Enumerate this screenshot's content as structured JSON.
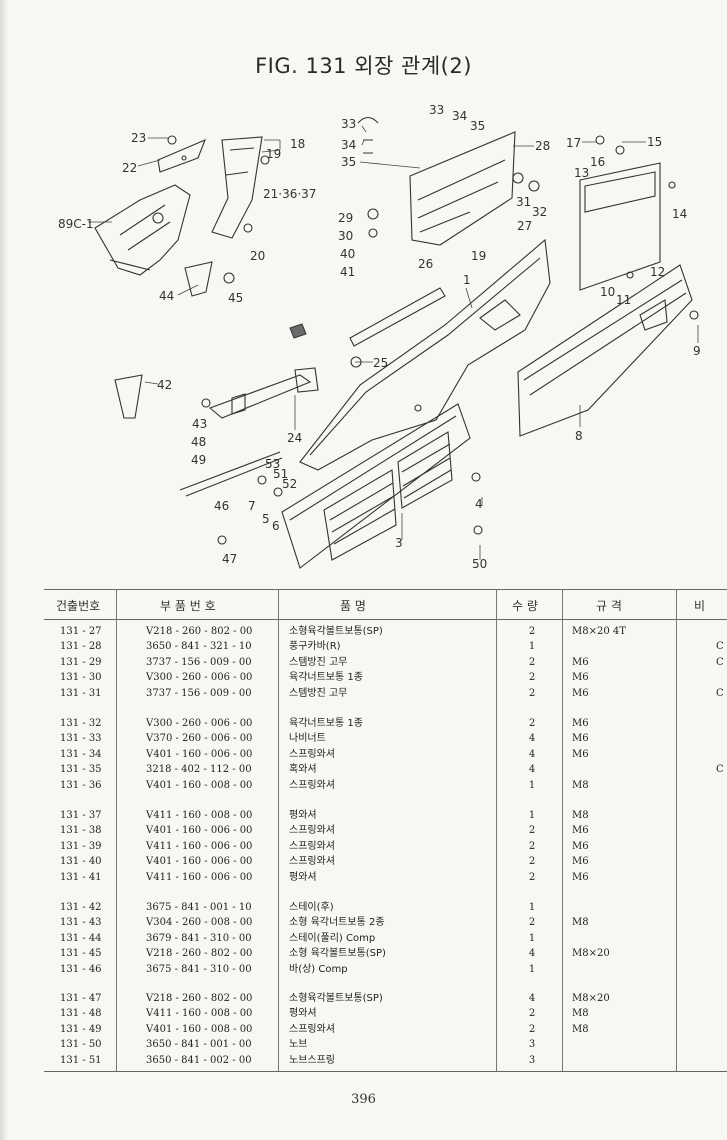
{
  "figure": {
    "title": "FIG. 131 외장 관계(2)",
    "callouts": [
      "1",
      "3",
      "4",
      "5",
      "6",
      "7",
      "8",
      "9",
      "10",
      "11",
      "12",
      "13",
      "14",
      "15",
      "16",
      "17",
      "18",
      "19",
      "19",
      "20",
      "21·36·37",
      "22",
      "23",
      "24",
      "25",
      "26",
      "27",
      "28",
      "29",
      "30",
      "31",
      "32",
      "33",
      "33",
      "34",
      "34",
      "35",
      "35",
      "40",
      "41",
      "42",
      "43",
      "44",
      "45",
      "46",
      "47",
      "48",
      "49",
      "50",
      "51",
      "52",
      "53",
      "89C-1"
    ]
  },
  "table": {
    "headers": {
      "item_no": "건출번호",
      "part_no": "부 품 번 호",
      "name": "품 명",
      "qty": "수 량",
      "spec": "규 격",
      "note": "비"
    },
    "groups": [
      [
        {
          "no": "131 - 27",
          "part": "V218 - 260 - 802 - 00",
          "name": "소형육각볼트보통(SP)",
          "qty": "2",
          "spec": "M8×20 4T",
          "note": ""
        },
        {
          "no": "131 - 28",
          "part": "3650 - 841 - 321 - 10",
          "name": "풍구카바(R)",
          "qty": "1",
          "spec": "",
          "note": "C"
        },
        {
          "no": "131 - 29",
          "part": "3737 - 156 - 009 - 00",
          "name": "스템방진 고무",
          "qty": "2",
          "spec": "M6",
          "note": "C"
        },
        {
          "no": "131 - 30",
          "part": "V300 - 260 - 006 - 00",
          "name": "육각너트보통 1종",
          "qty": "2",
          "spec": "M6",
          "note": ""
        },
        {
          "no": "131 - 31",
          "part": "3737 - 156 - 009 - 00",
          "name": "스템방진 고무",
          "qty": "2",
          "spec": "M6",
          "note": "C"
        }
      ],
      [
        {
          "no": "131 - 32",
          "part": "V300 - 260 - 006 - 00",
          "name": "육각너트보통 1종",
          "qty": "2",
          "spec": "M6",
          "note": ""
        },
        {
          "no": "131 - 33",
          "part": "V370 - 260 - 006 - 00",
          "name": "나비너트",
          "qty": "4",
          "spec": "M6",
          "note": ""
        },
        {
          "no": "131 - 34",
          "part": "V401 - 160 - 006 - 00",
          "name": "스프링와셔",
          "qty": "4",
          "spec": "M6",
          "note": ""
        },
        {
          "no": "131 - 35",
          "part": "3218 - 402 - 112 - 00",
          "name": "혹와셔",
          "qty": "4",
          "spec": "",
          "note": "C"
        },
        {
          "no": "131 - 36",
          "part": "V401 - 160 - 008 - 00",
          "name": "스프링와셔",
          "qty": "1",
          "spec": "M8",
          "note": ""
        }
      ],
      [
        {
          "no": "131 - 37",
          "part": "V411 - 160 - 008 - 00",
          "name": "평와셔",
          "qty": "1",
          "spec": "M8",
          "note": ""
        },
        {
          "no": "131 - 38",
          "part": "V401 - 160 - 006 - 00",
          "name": "스프링와셔",
          "qty": "2",
          "spec": "M6",
          "note": ""
        },
        {
          "no": "131 - 39",
          "part": "V411 - 160 - 006 - 00",
          "name": "스프링와셔",
          "qty": "2",
          "spec": "M6",
          "note": ""
        },
        {
          "no": "131 - 40",
          "part": "V401 - 160 - 006 - 00",
          "name": "스프링와셔",
          "qty": "2",
          "spec": "M6",
          "note": ""
        },
        {
          "no": "131 - 41",
          "part": "V411 - 160 - 006 - 00",
          "name": "평와셔",
          "qty": "2",
          "spec": "M6",
          "note": ""
        }
      ],
      [
        {
          "no": "131 - 42",
          "part": "3675 - 841 - 001 - 10",
          "name": "스테이(후)",
          "qty": "1",
          "spec": "",
          "note": ""
        },
        {
          "no": "131 - 43",
          "part": "V304 - 260 - 008 - 00",
          "name": "소형 육각너트보통 2종",
          "qty": "2",
          "spec": "M8",
          "note": ""
        },
        {
          "no": "131 - 44",
          "part": "3679 - 841 - 310 - 00",
          "name": "스테이(풀리) Comp",
          "qty": "1",
          "spec": "",
          "note": ""
        },
        {
          "no": "131 - 45",
          "part": "V218 - 260 - 802 - 00",
          "name": "소형 육각볼트보통(SP)",
          "qty": "4",
          "spec": "M8×20",
          "note": ""
        },
        {
          "no": "131 - 46",
          "part": "3675 - 841 - 310 - 00",
          "name": "바(상) Comp",
          "qty": "1",
          "spec": "",
          "note": ""
        }
      ],
      [
        {
          "no": "131 - 47",
          "part": "V218 - 260 - 802 - 00",
          "name": "소형육각볼트보통(SP)",
          "qty": "4",
          "spec": "M8×20",
          "note": ""
        },
        {
          "no": "131 - 48",
          "part": "V411 - 160 - 008 - 00",
          "name": "평와셔",
          "qty": "2",
          "spec": "M8",
          "note": ""
        },
        {
          "no": "131 - 49",
          "part": "V401 - 160 - 008 - 00",
          "name": "스프링와셔",
          "qty": "2",
          "spec": "M8",
          "note": ""
        },
        {
          "no": "131 - 50",
          "part": "3650 - 841 - 001 - 00",
          "name": "노브",
          "qty": "3",
          "spec": "",
          "note": ""
        },
        {
          "no": "131 - 51",
          "part": "3650 - 841 - 002 - 00",
          "name": "노브스프링",
          "qty": "3",
          "spec": "",
          "note": ""
        }
      ]
    ]
  },
  "page_number": "396"
}
